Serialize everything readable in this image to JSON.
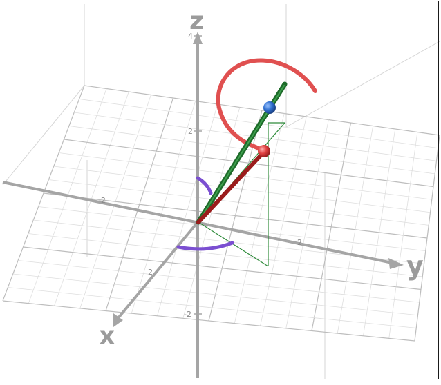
{
  "axes": {
    "x_label": "x",
    "y_label": "y",
    "z_label": "z"
  },
  "ticks": {
    "z_top": "4",
    "z_mid": "2",
    "z_neg": "-2",
    "y_pos": "2",
    "x_pos": "2",
    "y_neg": "-2"
  },
  "colors": {
    "background": "#ffffff",
    "grid": "#cfcfcf",
    "axis": "#a5a5a5",
    "vector_green": "#1e6b2a",
    "projection_green": "#2e8b3a",
    "vector_red": "#9b1c1c",
    "curve_red": "#e05050",
    "angle_arc": "#7b4fd1",
    "point_blue": "#2f6fcf",
    "point_red": "#e04040"
  }
}
